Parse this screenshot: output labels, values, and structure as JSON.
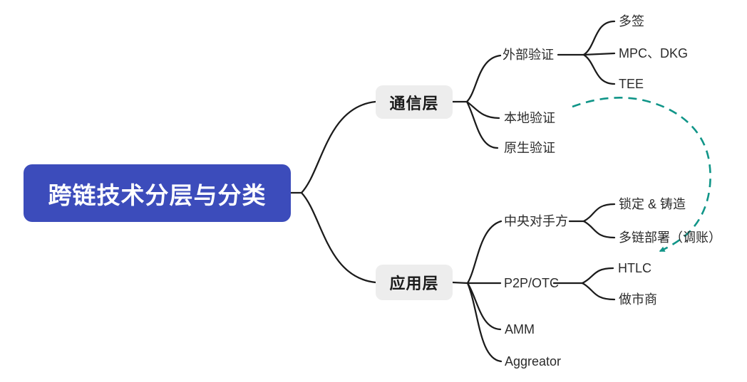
{
  "title": "跨链技术分层与分类",
  "colors": {
    "root_bg": "#3c4cbb",
    "root_text": "#ffffff",
    "branch_bg": "#ededed",
    "branch_text": "#1a1a1a",
    "line": "#1b1b1b",
    "arrow": "#109588",
    "leaf_text": "#2b2b2b",
    "canvas_bg": "#ffffff"
  },
  "mindmap": {
    "root": {
      "label": "跨链技术分层与分类"
    },
    "branches": [
      {
        "label": "通信层",
        "children": [
          {
            "label": "外部验证",
            "children": [
              {
                "label": "多签"
              },
              {
                "label": "MPC、DKG"
              },
              {
                "label": "TEE"
              }
            ]
          },
          {
            "label": "本地验证",
            "children": []
          },
          {
            "label": "原生验证",
            "children": []
          }
        ]
      },
      {
        "label": "应用层",
        "children": [
          {
            "label": "中央对手方",
            "children": [
              {
                "label": "锁定 & 铸造"
              },
              {
                "label": "多链部署（调账）"
              }
            ]
          },
          {
            "label": "P2P/OTC",
            "children": [
              {
                "label": "HTLC"
              },
              {
                "label": "做市商"
              }
            ]
          },
          {
            "label": "AMM",
            "children": []
          },
          {
            "label": "Aggreator",
            "children": []
          }
        ]
      }
    ],
    "reference_arrow": {
      "from": "本地验证",
      "to": "多链部署（调账）",
      "style": "dashed-curve"
    }
  }
}
